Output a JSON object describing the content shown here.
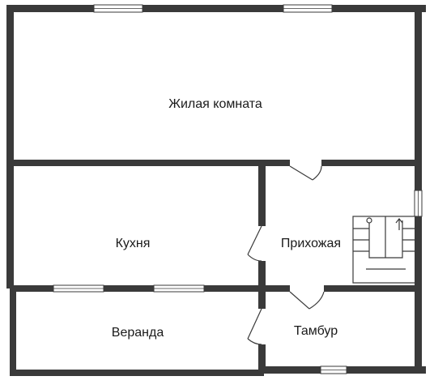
{
  "rooms": {
    "living": "Жилая комната",
    "kitchen": "Кухня",
    "hall": "Прихожая",
    "veranda": "Веранда",
    "vestibule": "Тамбур"
  },
  "colors": {
    "wall": "#3a3a3a",
    "background": "#ffffff"
  }
}
